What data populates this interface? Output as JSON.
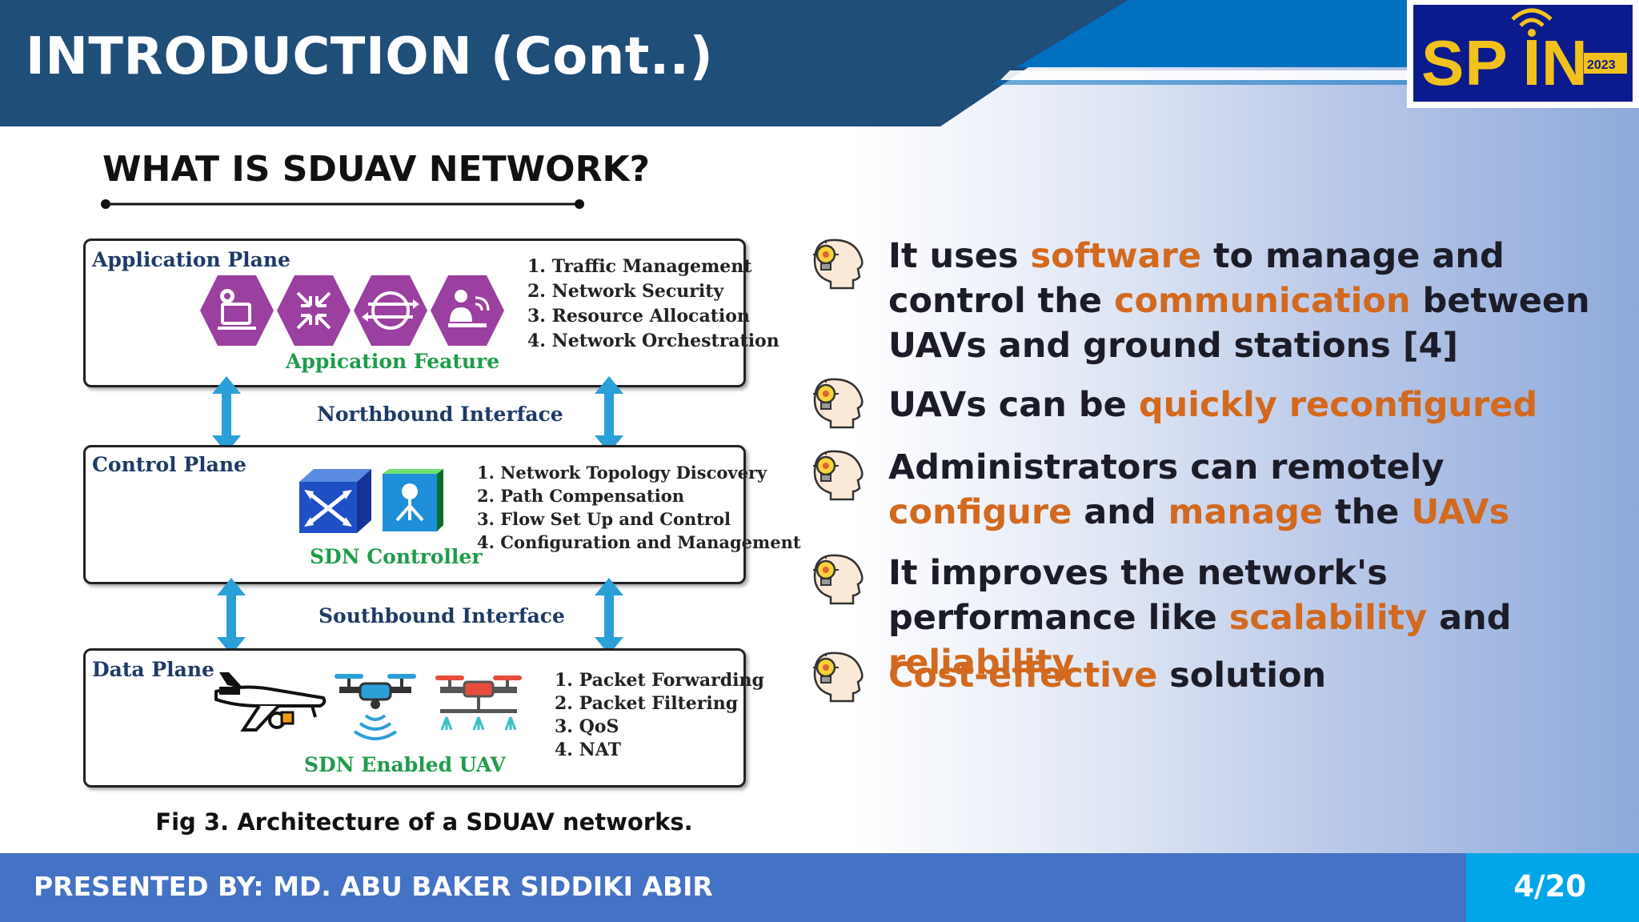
{
  "slide": {
    "title": "INTRODUCTION (Cont..)",
    "logo_text": "SPIN",
    "logo_year": "2023",
    "subtitle": "WHAT IS SDUAV NETWORK?"
  },
  "figure": {
    "caption": "Fig 3. Architecture of a SDUAV networks.",
    "application_plane": {
      "label": "Application Plane",
      "feature_caption": "Appication Feature",
      "items": [
        "1. Traffic Management",
        "2. Network Security",
        "3. Resource Allocation",
        "4. Network Orchestration"
      ]
    },
    "northbound_label": "Northbound Interface",
    "control_plane": {
      "label": "Control Plane",
      "feature_caption": "SDN Controller",
      "items": [
        "1. Network Topology Discovery",
        "2. Path Compensation",
        "3. Flow Set Up and Control",
        "4. Configuration and Management"
      ]
    },
    "southbound_label": "Southbound Interface",
    "data_plane": {
      "label": "Data Plane",
      "feature_caption": "SDN Enabled UAV",
      "items": [
        "1. Packet Forwarding",
        "2. Packet Filtering",
        "3. QoS",
        "4. NAT"
      ]
    }
  },
  "bullets": [
    {
      "parts": [
        {
          "t": "It uses ",
          "h": false
        },
        {
          "t": "software",
          "h": true
        },
        {
          "t": " to manage and control the ",
          "h": false
        },
        {
          "t": "communication",
          "h": true
        },
        {
          "t": " between UAVs and ground stations [4]",
          "h": false
        }
      ]
    },
    {
      "parts": [
        {
          "t": "UAVs can be ",
          "h": false
        },
        {
          "t": "quickly reconfigured",
          "h": true
        }
      ]
    },
    {
      "parts": [
        {
          "t": "Administrators can remotely ",
          "h": false
        },
        {
          "t": "configure",
          "h": true
        },
        {
          "t": " and ",
          "h": false
        },
        {
          "t": "manage",
          "h": true
        },
        {
          "t": " the ",
          "h": false
        },
        {
          "t": "UAVs",
          "h": true
        }
      ]
    },
    {
      "parts": [
        {
          "t": "It improves the network's performance like ",
          "h": false
        },
        {
          "t": "scalability",
          "h": true
        },
        {
          "t": " and ",
          "h": false
        },
        {
          "t": "reliability",
          "h": true
        }
      ]
    },
    {
      "parts": [
        {
          "t": "Cost-effective",
          "h": true
        },
        {
          "t": " solution",
          "h": false
        }
      ]
    }
  ],
  "footer": {
    "presenter": "PRESENTED BY: MD. ABU BAKER SIDDIKI ABIR",
    "page": "4/20"
  },
  "colors": {
    "header_dark": "#1f4e79",
    "header_accent": "#0070c0",
    "highlight": "#d2691e",
    "hexagon": "#9b3fa0",
    "green_caption": "#1e9c4a",
    "arrow": "#2b9fd8",
    "footer": "#4472c4",
    "page_box": "#00a6e8"
  },
  "icons": [
    "lightbulb-head-icon",
    "settings-monitor-icon",
    "compress-arrows-icon",
    "sync-icon",
    "user-wifi-icon",
    "network-switch-icon",
    "controller-icon",
    "military-drone-icon",
    "quadcopter-icon",
    "spray-drone-icon"
  ]
}
